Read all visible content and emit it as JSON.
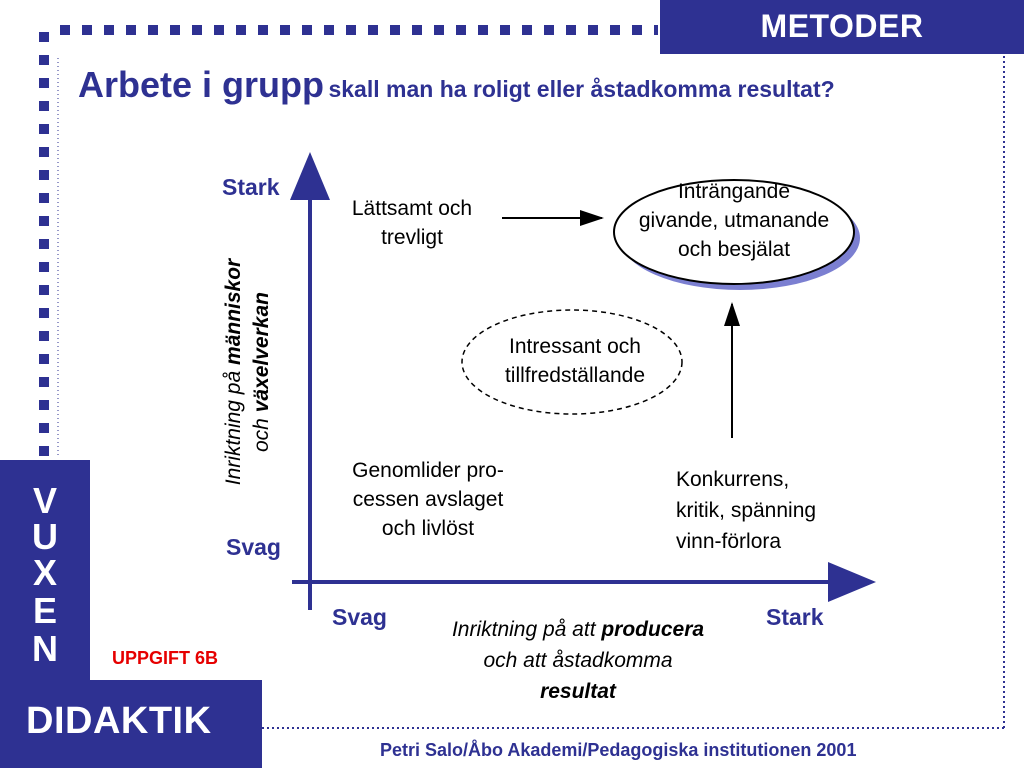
{
  "header": {
    "tab_label": "METODER"
  },
  "title": {
    "main": "Arbete i grupp",
    "sub": "skall man ha roligt eller åstadkomma resultat?"
  },
  "sidebar": {
    "letters": [
      "V",
      "U",
      "X",
      "E",
      "N"
    ],
    "bottom": "DIDAKTIK"
  },
  "task_label": "UPPGIFT 6B",
  "footer": "Petri Salo/Åbo Akademi/Pedagogiska institutionen 2001",
  "diagram": {
    "y_axis": {
      "high": "Stark",
      "low": "Svag",
      "label_line1_prefix": "Inriktning på ",
      "label_line1_bold": "människor",
      "label_line2_prefix": "och ",
      "label_line2_bold": "växelverkan"
    },
    "x_axis": {
      "low": "Svag",
      "high": "Stark",
      "label_line1_prefix": "Inriktning på att ",
      "label_line1_bold": "producera",
      "label_line2": "och att åstadkomma",
      "label_line3_bold": "resultat"
    },
    "quadrants": {
      "top_left": [
        "Lättsamt och",
        "trevligt"
      ],
      "top_right": [
        "Inträngande",
        "givande, utmanande",
        "och besjälat"
      ],
      "center": [
        "Intressant och",
        "tillfredställande"
      ],
      "bottom_left": [
        "Genomlider pro-",
        "cessen avslaget",
        "och livlöst"
      ],
      "bottom_right": [
        "Konkurrens,",
        "kritik, spänning",
        "vinn-förlora"
      ]
    }
  },
  "colors": {
    "navy": "#2e3192",
    "red": "#e60000"
  }
}
